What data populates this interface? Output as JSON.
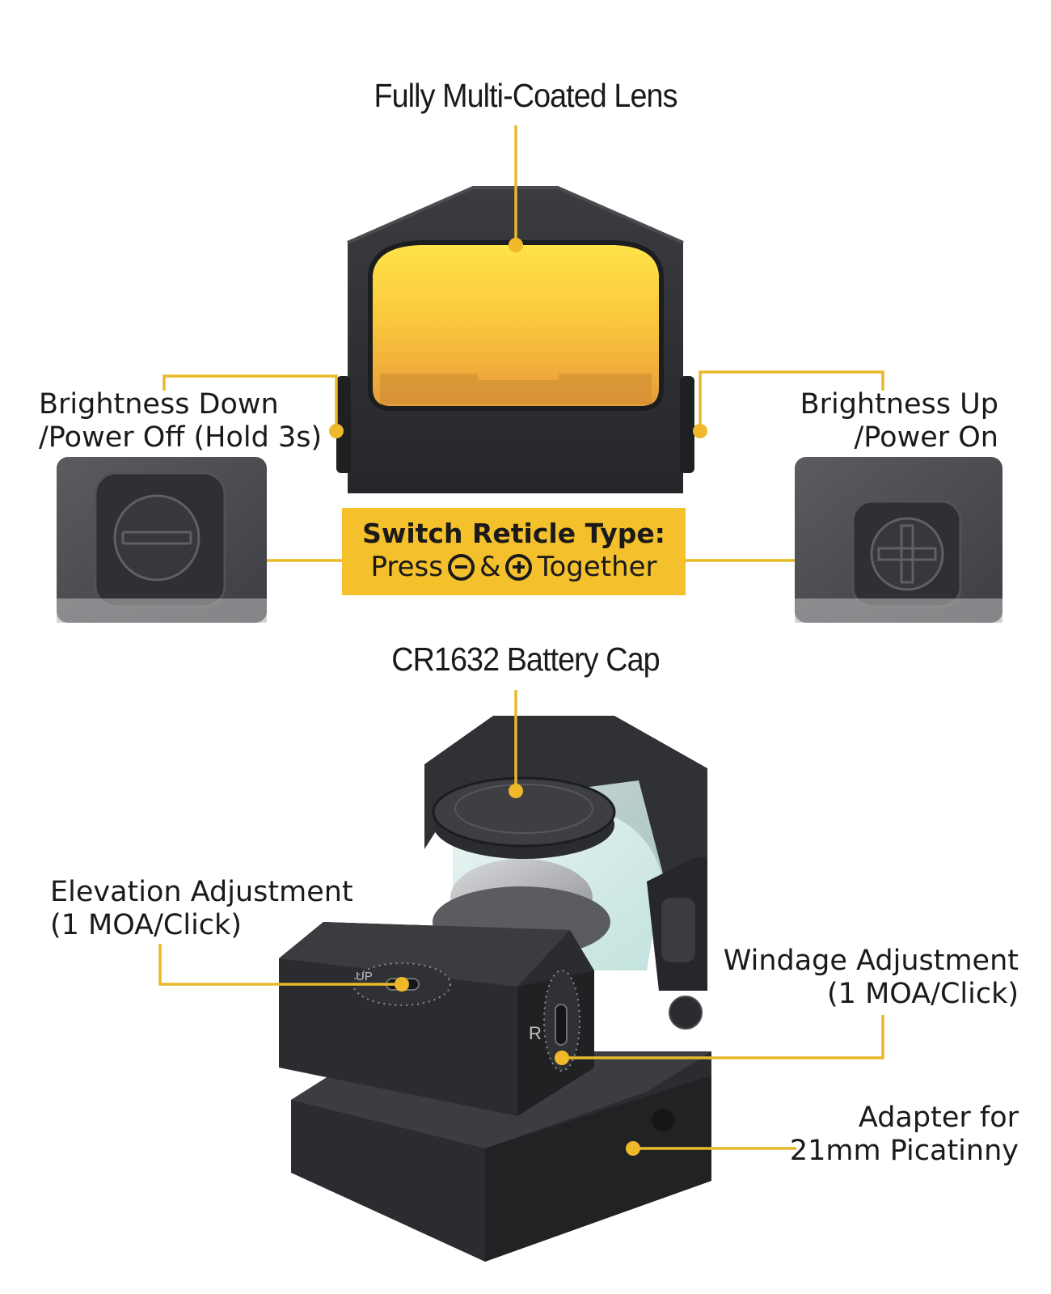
{
  "labels": {
    "lens": "Fully Multi-Coated Lens",
    "brightness_down_l1": "Brightness Down",
    "brightness_down_l2": "/Power Off (Hold 3s)",
    "brightness_up_l1": "Brightness Up",
    "brightness_up_l2": "/Power On",
    "switch_title": "Switch Reticle Type:",
    "switch_press": "Press",
    "switch_amp": "&",
    "switch_together": "Together",
    "battery": "CR1632 Battery Cap",
    "elevation_l1": "Elevation Adjustment",
    "elevation_l2": "(1 MOA/Click)",
    "windage_l1": "Windage Adjustment",
    "windage_l2": "(1 MOA/Click)",
    "adapter_l1": "Adapter for",
    "adapter_l2": "21mm Picatinny"
  },
  "engravings": {
    "up": "UP",
    "r": "R"
  },
  "colors": {
    "accent": "#f4c02c",
    "leader": "#e8b92a",
    "body_dark": "#2b2d30",
    "lens_orange": "#f2a93a"
  }
}
